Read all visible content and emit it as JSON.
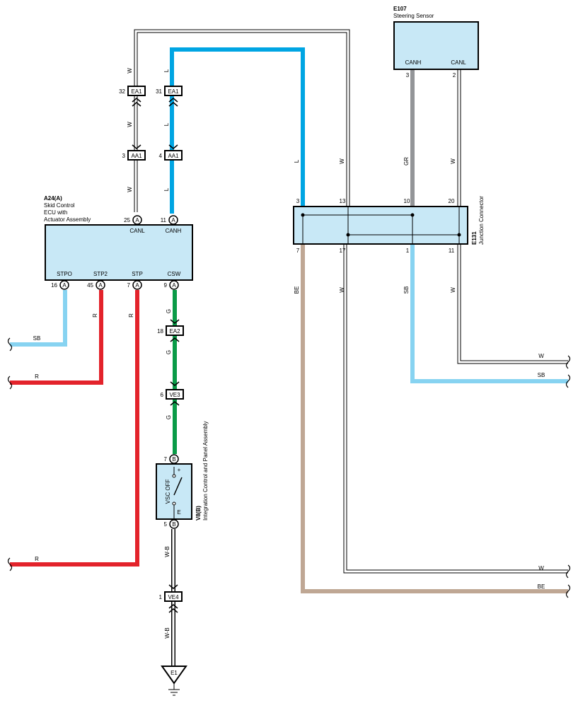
{
  "colors": {
    "L": "#00a5e3",
    "SB": "#87d3f1",
    "R": "#e3232b",
    "G": "#0a9b47",
    "GR": "#939598",
    "BE": "#bfa794",
    "W": "#ffffff",
    "outline": "#000000",
    "component_fill": "#c8e8f6"
  },
  "components": {
    "ecu": {
      "code": "A24(A)",
      "name_lines": [
        "Skid Control",
        "ECU with",
        "Actuator Assembly"
      ],
      "top_pins": [
        {
          "num": "25",
          "code": "A",
          "signal": "CANL"
        },
        {
          "num": "11",
          "code": "A",
          "signal": "CANH"
        }
      ],
      "bottom_pins": [
        {
          "num": "16",
          "code": "A",
          "signal": "STPO"
        },
        {
          "num": "45",
          "code": "A",
          "signal": "STP2"
        },
        {
          "num": "7",
          "code": "A",
          "signal": "STP"
        },
        {
          "num": "9",
          "code": "A",
          "signal": "CSW"
        }
      ]
    },
    "steering_sensor": {
      "code": "E107",
      "name": "Steering Sensor",
      "pins": [
        {
          "num": "3",
          "signal": "CANH"
        },
        {
          "num": "2",
          "signal": "CANL"
        }
      ]
    },
    "junction": {
      "code": "E131",
      "name": "Junction Connector",
      "top_pins": [
        "3",
        "13",
        "10",
        "20"
      ],
      "bottom_pins": [
        "7",
        "17",
        "1",
        "11"
      ]
    },
    "switch": {
      "code": "V8(B)",
      "name": "Integration Control and Panel Assembly",
      "label": "VSC OFF",
      "plus": "+",
      "e_term": "E",
      "pin_top": {
        "num": "7",
        "code": "B"
      },
      "pin_bottom": {
        "num": "5",
        "code": "B"
      }
    },
    "ground": {
      "code": "E1"
    }
  },
  "connectors": [
    {
      "num": "32",
      "name": "EA1"
    },
    {
      "num": "31",
      "name": "EA1"
    },
    {
      "num": "3",
      "name": "AA1"
    },
    {
      "num": "4",
      "name": "AA1"
    },
    {
      "num": "18",
      "name": "EA2"
    },
    {
      "num": "6",
      "name": "VE3"
    },
    {
      "num": "1",
      "name": "VE4"
    }
  ],
  "wire_labels": {
    "w": "W",
    "l": "L",
    "sb": "SB",
    "r": "R",
    "g": "G",
    "gr": "GR",
    "be": "BE",
    "wb": "W-B"
  }
}
